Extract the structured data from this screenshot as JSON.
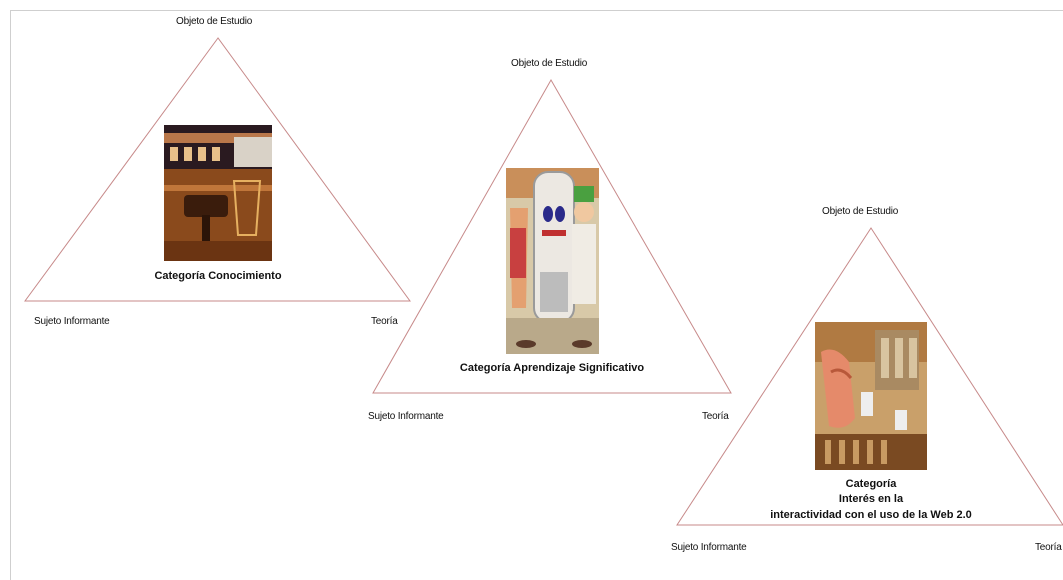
{
  "colors": {
    "triangle_stroke": "#c78a8a",
    "text": "#111111"
  },
  "triangles": [
    {
      "top_label": "Objeto de Estudio",
      "left_label": "Sujeto Informante",
      "right_label": "Teoría",
      "category": "Categoría  Conocimiento",
      "image_icon": "gavel-justice-photo"
    },
    {
      "top_label": "Objeto de Estudio",
      "left_label": "Sujeto Informante",
      "right_label": "Teoría",
      "category": "Categoría  Aprendizaje  Significativo",
      "image_icon": "cartoon-characters-photo"
    },
    {
      "top_label": "Objeto de Estudio",
      "left_label": "Sujeto Informante",
      "right_label": "Teoría",
      "category_line1": "Categoría",
      "category_line2": "Interés en la",
      "category_line3": "interactividad  con el uso de la Web 2.0",
      "image_icon": "hands-collage-photo"
    }
  ]
}
